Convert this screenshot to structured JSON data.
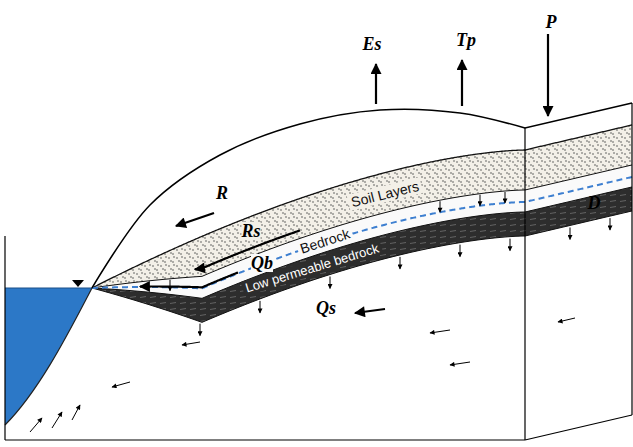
{
  "diagram": {
    "labels": [
      "Es",
      "Tp",
      "P",
      "R",
      "Rs",
      "Soil Layers",
      "D",
      "Qb",
      "Bedrock",
      "Low permeable bedrock",
      "Qs"
    ]
  }
}
